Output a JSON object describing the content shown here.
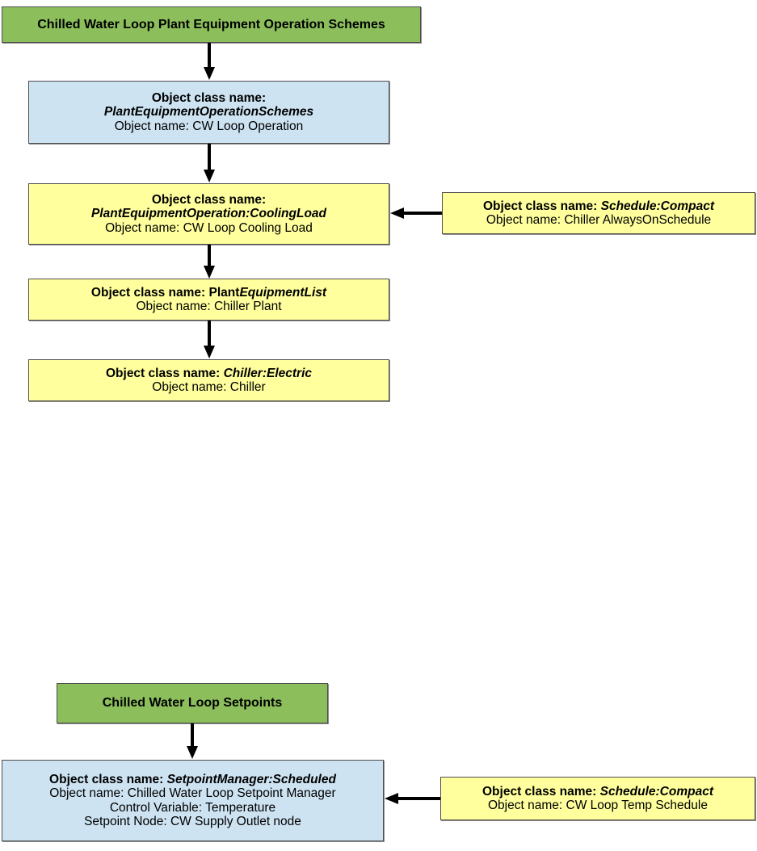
{
  "diagram": {
    "title": "Chilled Water Loop Plant Equipment Operation Schemes",
    "background_color": "#ffffff",
    "colors": {
      "group_header": "#8cbf5c",
      "primary_object": "#cde3f2",
      "secondary_object": "#ffff9e",
      "border": "#4d4d4d",
      "connector": "#000000"
    },
    "labels": {
      "object_class_prefix": "Object class name:",
      "object_name_prefix": "Object name:",
      "control_variable_prefix": "Control Variable:",
      "setpoint_node_prefix": "Setpoint Node:"
    },
    "groups": [
      {
        "id": "operation-schemes",
        "header": {
          "name": "group-header-operation-schemes",
          "text": "Chilled Water Loop Plant Equipment Operation Schemes",
          "color": "#8cbf5c"
        },
        "nodes": [
          {
            "id": "plant-equipment-operation-schemes",
            "color": "#cde3f2",
            "lines": [
              {
                "label": "Object class name:",
                "value": "",
                "style": "bold"
              },
              {
                "label": "",
                "value": "PlantEquipmentOperationSchemes",
                "style": "bold-italic"
              },
              {
                "label": "Object name:",
                "value": "CW Loop Operation",
                "style": "normal"
              }
            ]
          },
          {
            "id": "plant-equipment-operation-cooling-load",
            "color": "#ffff9e",
            "lines": [
              {
                "label": "Object class name:",
                "value": "",
                "style": "bold"
              },
              {
                "label": "",
                "value": "PlantEquipmentOperation:CoolingLoad",
                "style": "bold-italic"
              },
              {
                "label": "Object name:",
                "value": "CW Loop Cooling Load",
                "style": "normal"
              }
            ]
          },
          {
            "id": "plant-equipment-list",
            "color": "#ffff9e",
            "lines": [
              {
                "label": "Object class name:",
                "value": "PlantEquipmentList",
                "style": "bold-class-inline"
              },
              {
                "label": "Object name:",
                "value": "Chiller Plant",
                "style": "normal"
              }
            ]
          },
          {
            "id": "chiller-electric",
            "color": "#ffff9e",
            "lines": [
              {
                "label": "Object class name:",
                "value": "Chiller:Electric",
                "style": "bold-class-inline"
              },
              {
                "label": "Object name:",
                "value": "Chiller",
                "style": "normal"
              }
            ]
          },
          {
            "id": "chiller-always-on-schedule",
            "color": "#ffff9e",
            "lines": [
              {
                "label": "Object class name:",
                "value": "Schedule:Compact",
                "style": "bold-class-inline"
              },
              {
                "label": "Object name:",
                "value": "Chiller AlwaysOnSchedule",
                "style": "normal"
              }
            ]
          }
        ]
      },
      {
        "id": "setpoints",
        "header": {
          "name": "group-header-setpoints",
          "text": "Chilled Water Loop Setpoints",
          "color": "#8cbf5c"
        },
        "nodes": [
          {
            "id": "setpoint-manager-scheduled",
            "color": "#cde3f2",
            "lines": [
              {
                "label": "Object class name:",
                "value": "SetpointManager:Scheduled",
                "style": "bold-class-inline"
              },
              {
                "label": "Object name:",
                "value": "Chilled Water Loop Setpoint Manager",
                "style": "normal"
              },
              {
                "label": "Control Variable:",
                "value": "Temperature",
                "style": "normal"
              },
              {
                "label": "Setpoint Node:",
                "value": "CW Supply Outlet node",
                "style": "normal"
              }
            ]
          },
          {
            "id": "cw-loop-temp-schedule",
            "color": "#ffff9e",
            "lines": [
              {
                "label": "Object class name:",
                "value": "Schedule:Compact",
                "style": "bold-class-inline"
              },
              {
                "label": "Object name:",
                "value": "CW Loop Temp Schedule",
                "style": "normal"
              }
            ]
          }
        ]
      }
    ],
    "text": {
      "group1_header": "Chilled Water Loop Plant Equipment Operation Schemes",
      "n1_l1": "Object class name:",
      "n1_l2": "PlantEquipmentOperationSchemes",
      "n1_l3_label": "Object name:",
      "n1_l3_value": "CW Loop Operation",
      "n2_l1": "Object class name:",
      "n2_l2": "PlantEquipmentOperation:CoolingLoad",
      "n2_l3_label": "Object name:",
      "n2_l3_value": "CW Loop Cooling Load",
      "n3_l1_label": "Object class name:",
      "n3_l1_plain": "Plant",
      "n3_l1_italic": "EquipmentList",
      "n3_l2_label": "Object name:",
      "n3_l2_value": "Chiller Plant",
      "n4_l1_label": "Object class name:",
      "n4_l1_value": "Chiller:Electric",
      "n4_l2_label": "Object name:",
      "n4_l2_value": "Chiller",
      "n5_l1_label": "Object class name:",
      "n5_l1_value": "Schedule:Compact",
      "n5_l2_label": "Object name:",
      "n5_l2_value": "Chiller AlwaysOnSchedule",
      "group2_header": "Chilled Water Loop Setpoints",
      "n6_l1_label": "Object class name:",
      "n6_l1_value": "SetpointManager:Scheduled",
      "n6_l2_label": "Object name:",
      "n6_l2_value": "Chilled Water Loop Setpoint Manager",
      "n6_l3_label": "Control Variable:",
      "n6_l3_value": "Temperature",
      "n6_l4_label": "Setpoint Node:",
      "n6_l4_value": "CW Supply Outlet node",
      "n7_l1_label": "Object class name:",
      "n7_l1_value": "Schedule:Compact",
      "n7_l2_label": "Object name:",
      "n7_l2_value": "CW Loop Temp Schedule"
    },
    "connectors": [
      {
        "id": "arrow-header1-to-schemes",
        "from": "group-header-operation-schemes",
        "to": "plant-equipment-operation-schemes",
        "direction": "down"
      },
      {
        "id": "arrow-schemes-to-cooling-load",
        "from": "plant-equipment-operation-schemes",
        "to": "plant-equipment-operation-cooling-load",
        "direction": "down"
      },
      {
        "id": "arrow-cooling-load-to-equipment-list",
        "from": "plant-equipment-operation-cooling-load",
        "to": "plant-equipment-list",
        "direction": "down"
      },
      {
        "id": "arrow-equipment-list-to-chiller",
        "from": "plant-equipment-list",
        "to": "chiller-electric",
        "direction": "down"
      },
      {
        "id": "arrow-schedule-to-cooling-load",
        "from": "chiller-always-on-schedule",
        "to": "plant-equipment-operation-cooling-load",
        "direction": "left"
      },
      {
        "id": "arrow-header2-to-setpoint-manager",
        "from": "group-header-setpoints",
        "to": "setpoint-manager-scheduled",
        "direction": "down"
      },
      {
        "id": "arrow-temp-schedule-to-setpoint-manager",
        "from": "cw-loop-temp-schedule",
        "to": "setpoint-manager-scheduled",
        "direction": "left"
      }
    ]
  }
}
